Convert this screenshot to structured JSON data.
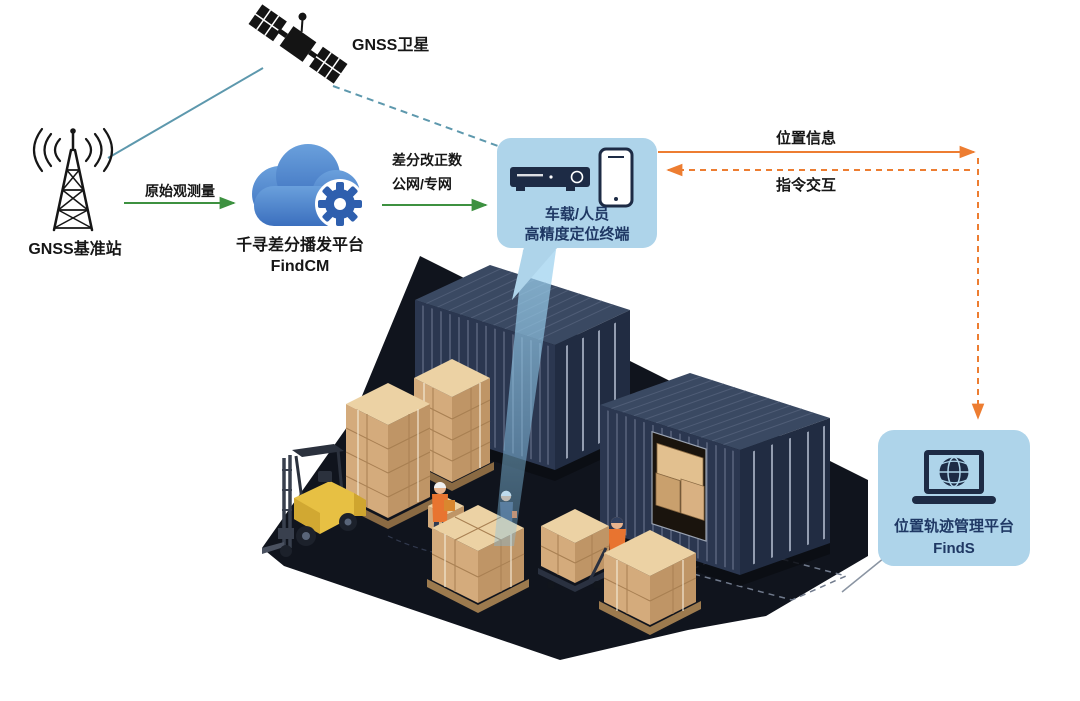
{
  "nodes": {
    "satellite": {
      "label": "GNSS卫星",
      "icon": "satellite-icon"
    },
    "base_station": {
      "label": "GNSS基准站",
      "icon": "radio-tower-icon"
    },
    "cloud_platform": {
      "name": "千寻差分播发平台",
      "product": "FindCM",
      "icon": "cloud-gear-icon"
    },
    "terminal": {
      "line1": "车载/人员",
      "line2": "高精度定位终端",
      "icons": [
        "receiver-box-icon",
        "smartphone-icon"
      ]
    },
    "management_platform": {
      "name": "位置轨迹管理平台",
      "product": "FindS",
      "icon": "laptop-globe-icon"
    }
  },
  "links": {
    "raw_observation": {
      "label": "原始观测量",
      "from": "base_station",
      "to": "cloud_platform",
      "style": "solid-green-arrow"
    },
    "correction": {
      "line1": "差分改正数",
      "line2": "公网/专网",
      "from": "cloud_platform",
      "to": "terminal",
      "style": "solid-green-arrow"
    },
    "position_info": {
      "label": "位置信息",
      "from": "terminal",
      "to": "management_platform",
      "style": "solid-orange-arrow"
    },
    "command_interaction": {
      "label": "指令交互",
      "from": "management_platform",
      "to": "terminal",
      "style": "dashed-orange-arrow"
    },
    "satellite_to_base": {
      "style": "solid-teal-line"
    },
    "satellite_to_terminal": {
      "style": "dashed-teal-line"
    }
  },
  "scene": {
    "kind": "isometric-warehouse-yard",
    "elements": [
      "shipping-container",
      "shipping-container-open-door",
      "pallet-box-stacks",
      "forklift",
      "workers",
      "pallet-jack",
      "positioning-beam",
      "parking-marking"
    ]
  },
  "colors": {
    "green_arrow": "#3d9140",
    "orange_arrow": "#ed7d31",
    "teal_link": "#5d98ad",
    "panel_bg": "#aed4ea",
    "panel_text": "#1f3864",
    "cloud_blue_light": "#6aa0dc",
    "cloud_blue_dark": "#3b6fbe",
    "gear_blue": "#2e5fae",
    "container_navy": "#2b3750",
    "ground_dark": "#10141d",
    "box_tan": "#d4ab7c"
  }
}
